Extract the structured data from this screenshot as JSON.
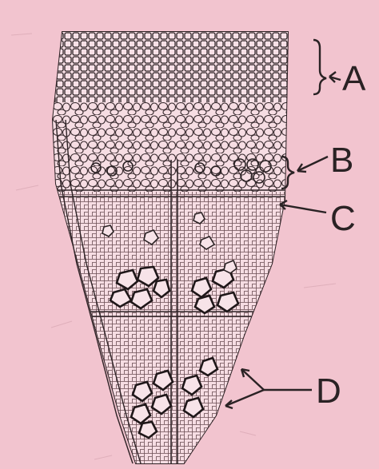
{
  "labels": {
    "a": "A",
    "b": "B",
    "c": "C",
    "d": "D"
  },
  "colors": {
    "background": "#f2c4cf",
    "ink": "#2a2224"
  }
}
